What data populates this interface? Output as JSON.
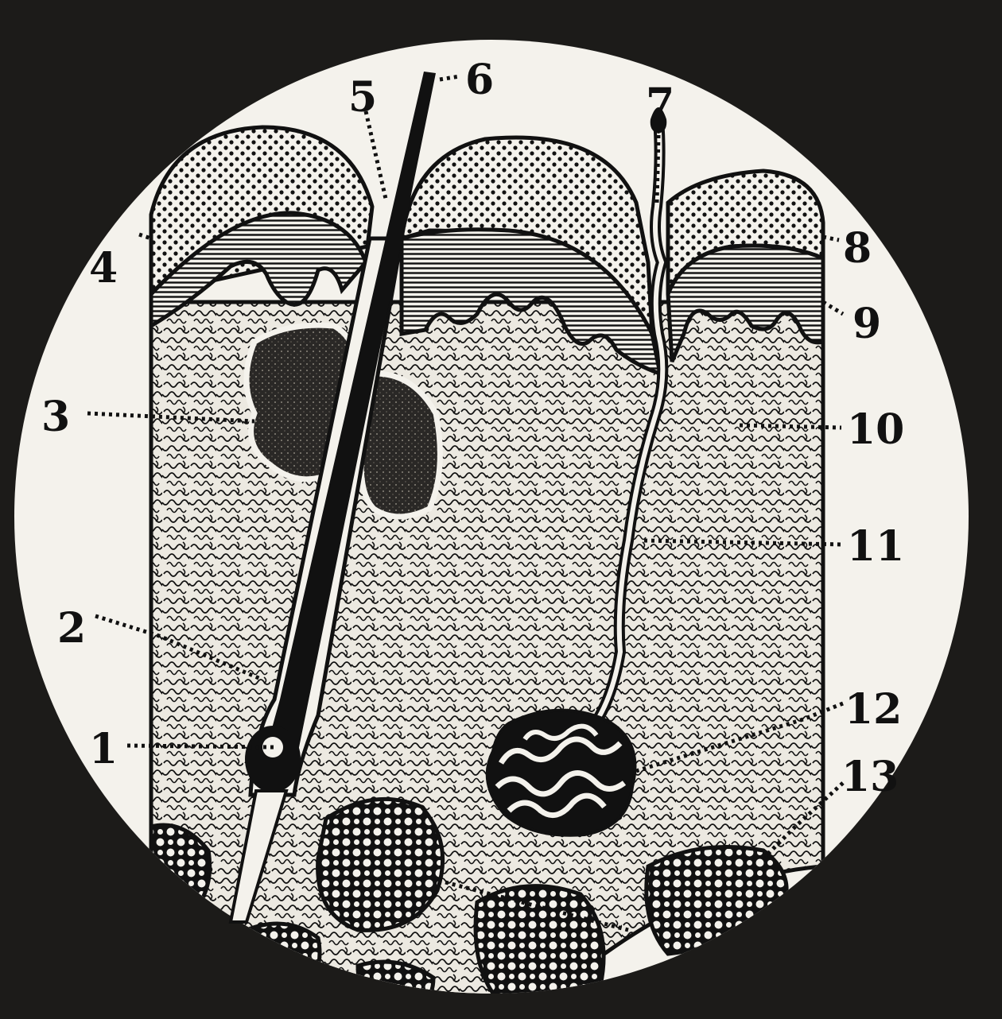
{
  "diagram": {
    "labels": [
      {
        "id": "1",
        "text": "1"
      },
      {
        "id": "2",
        "text": "2"
      },
      {
        "id": "3",
        "text": "3"
      },
      {
        "id": "4",
        "text": "4"
      },
      {
        "id": "5",
        "text": "5"
      },
      {
        "id": "6",
        "text": "6"
      },
      {
        "id": "7",
        "text": "7"
      },
      {
        "id": "8",
        "text": "8"
      },
      {
        "id": "9",
        "text": "9"
      },
      {
        "id": "10",
        "text": "10"
      },
      {
        "id": "11",
        "text": "11"
      },
      {
        "id": "12",
        "text": "12"
      },
      {
        "id": "13",
        "text": "13"
      }
    ]
  },
  "colors": {
    "background": "#1c1b19",
    "circle": "#f4f2ec",
    "ink": "#111111",
    "dermis": "#e9e6dd",
    "epidermis_dots": "#f4f2ec",
    "gland_dark": "#2a2826"
  }
}
